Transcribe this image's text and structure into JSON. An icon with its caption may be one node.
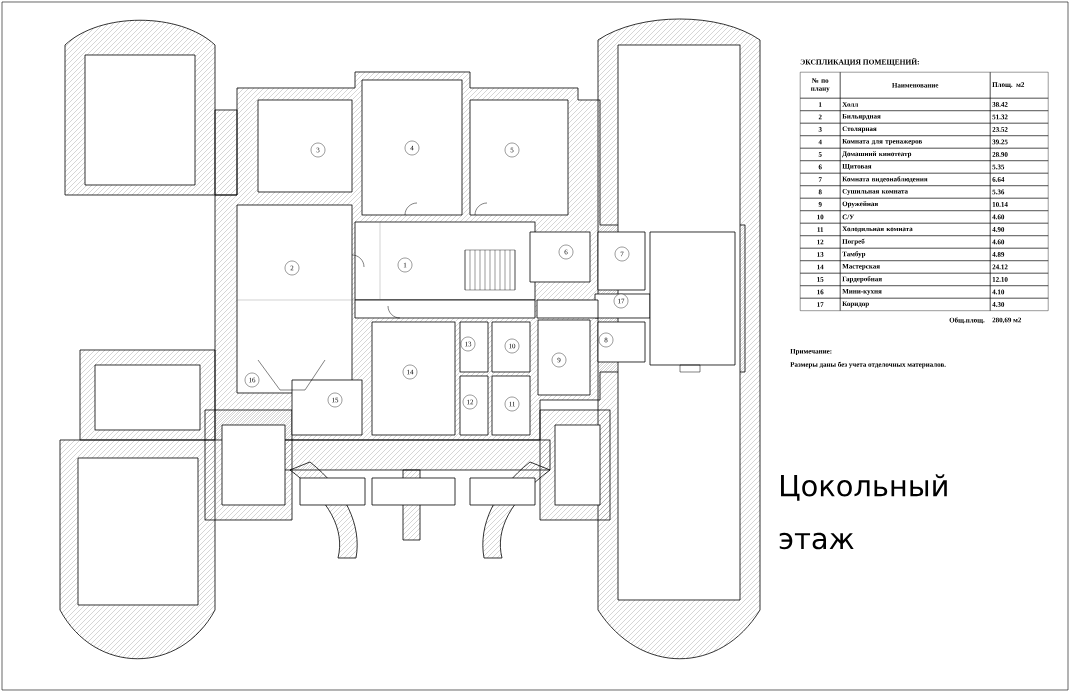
{
  "diagram": {
    "title": "Цокольный этаж",
    "labels": [
      "ЭКСПЛИКАЦИЯ ПОМЕЩЕНИЙ:",
      "№ по плану",
      "Наименование",
      "Площ. м2",
      "1",
      "Холл",
      "38.42",
      "2",
      "Бильярдная",
      "51.32",
      "3",
      "Столярная",
      "23.52",
      "4",
      "Комната для тренажеров",
      "39.25",
      "5",
      "Домашний кинотеатр",
      "28.90",
      "6",
      "Щитовая",
      "5.35",
      "7",
      "Комната видеонаблюдения",
      "6.64",
      "8",
      "Сушильная комната",
      "5.36",
      "9",
      "Оружейная",
      "10.14",
      "10",
      "С/У",
      "4.60",
      "11",
      "Холодильная комната",
      "4.90",
      "12",
      "Погреб",
      "4.60",
      "13",
      "Тамбур",
      "4.89",
      "14",
      "Мастерская",
      "24.12",
      "15",
      "Гардеробная",
      "12.10",
      "16",
      "Мини-кухня",
      "4.10",
      "17",
      "Коридор",
      "4.30",
      "Общ.площ.",
      "280,69 м2",
      "Примечание:",
      "Размеры даны без учета отделочных материалов.",
      "3",
      "4",
      "5",
      "6",
      "7",
      "2",
      "1",
      "17",
      "8",
      "13",
      "10",
      "9",
      "14",
      "16",
      "15",
      "12",
      "11"
    ]
  }
}
